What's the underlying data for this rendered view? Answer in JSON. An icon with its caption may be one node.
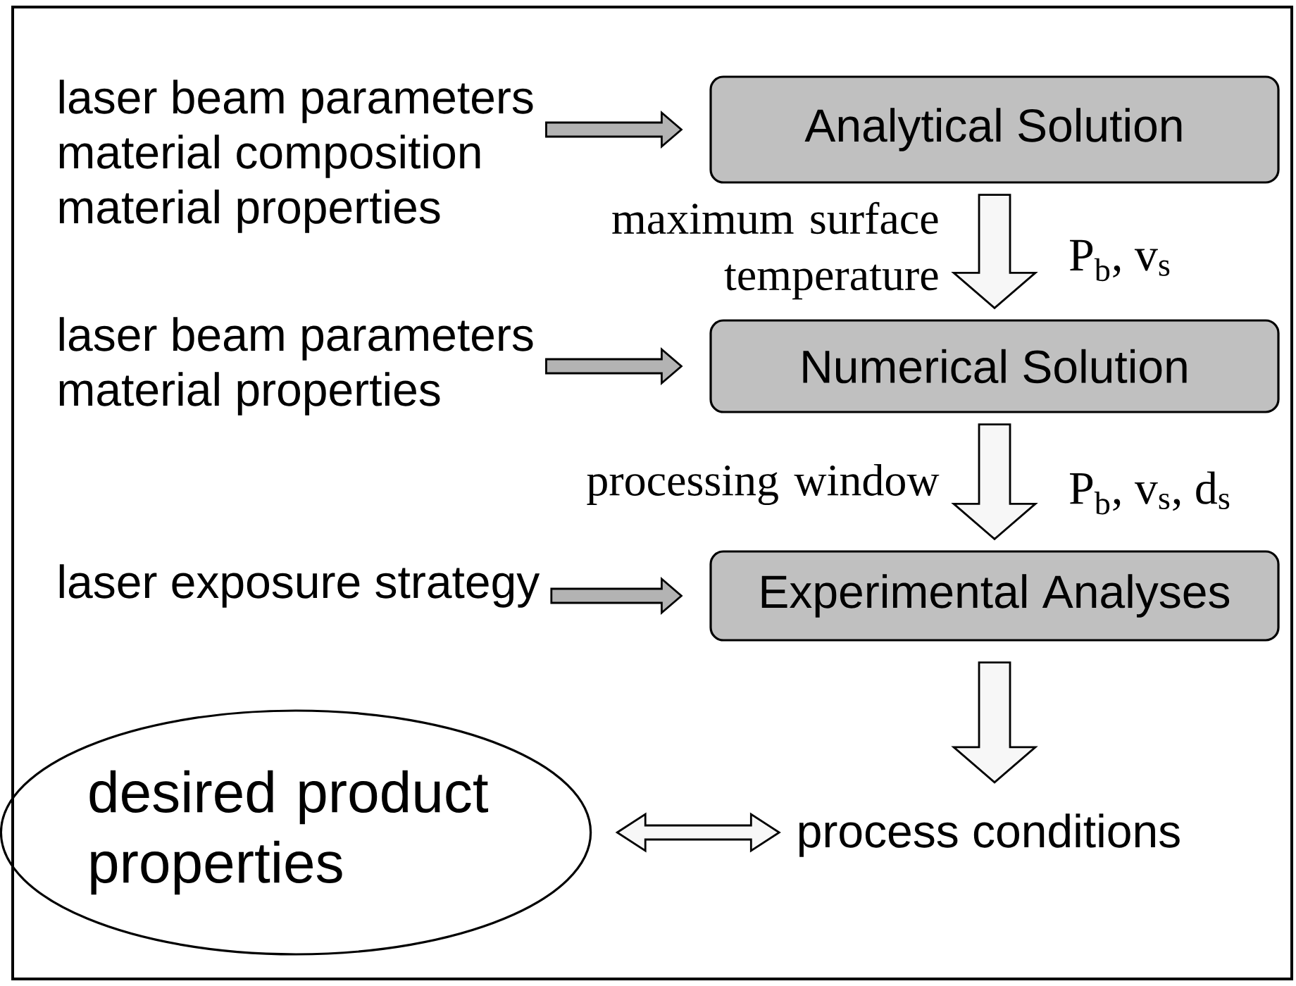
{
  "diagram": {
    "nodes": [
      {
        "text": [
          "laser beam parameters",
          "material composition",
          "material properties"
        ]
      },
      {
        "text": [
          "Analytical Solution"
        ]
      },
      {
        "text": [
          "laser beam parameters",
          "material properties"
        ]
      },
      {
        "text": [
          "Numerical Solution"
        ]
      },
      {
        "text": [
          "laser exposure strategy"
        ]
      },
      {
        "text": [
          "Experimental Analyses"
        ]
      },
      {
        "text": [
          "desired product properties"
        ]
      },
      {
        "text": [
          "process conditions"
        ]
      }
    ],
    "edges": [
      {
        "from": 0,
        "to": 1,
        "arrow": "to",
        "color": "#b3b3b3"
      },
      {
        "from": 1,
        "to": 3,
        "arrow": "to",
        "label": "maximum surface temperature"
      },
      {
        "from": 2,
        "to": 3,
        "arrow": "to",
        "color": "#b3b3b3"
      },
      {
        "from": 3,
        "to": 5,
        "arrow": "to",
        "label": "processing window"
      },
      {
        "from": 4,
        "to": 5,
        "arrow": "to",
        "color": "#b3b3b3"
      },
      {
        "from": 5,
        "to": 7,
        "arrow": "to"
      },
      {
        "from": 6,
        "to": 7,
        "arrow": "both"
      }
    ],
    "labels": [
      "P$_{b}$, v$_{s}$",
      "P$_{b}$, v$_{s}$, d$_{s}$"
    ]
  }
}
